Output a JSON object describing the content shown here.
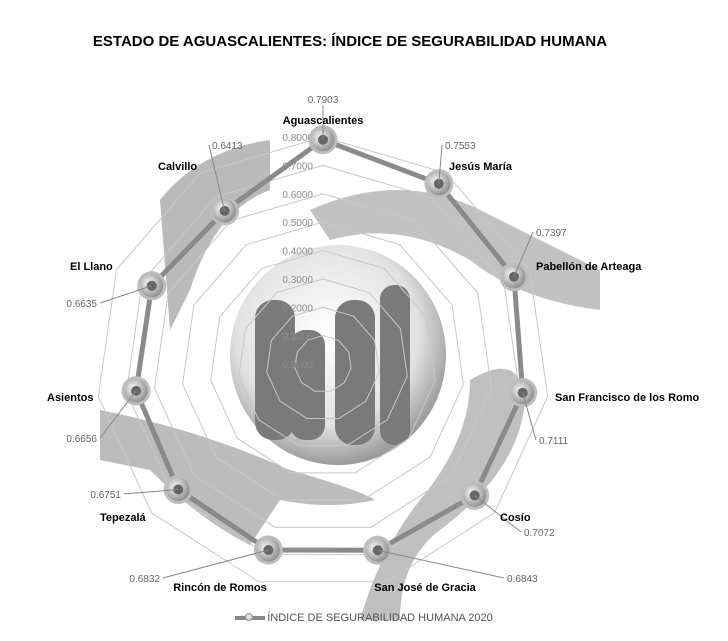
{
  "chart_data": {
    "type": "radar",
    "title": "ESTADO DE AGUASCALIENTES: ÍNDICE DE SEGURABILIDAD HUMANA",
    "categories": [
      "Aguascalientes",
      "Jesús María",
      "Pabellón de Arteaga",
      "San Francisco de los Romo",
      "Cosío",
      "San José de Gracia",
      "Rincón de Romos",
      "Tepezalá",
      "Asientos",
      "El Llano",
      "Calvillo"
    ],
    "series": [
      {
        "name": "ÍNDICE DE SEGURABILIDAD HUMANA 2020",
        "values": [
          0.7903,
          0.7553,
          0.7397,
          0.7111,
          0.7072,
          0.6843,
          0.6832,
          0.6751,
          0.6656,
          0.6635,
          0.6413
        ],
        "labels": [
          "0.7903",
          "0.7553",
          "0.7397",
          "0.7111",
          "0.7072",
          "0.6843",
          "0.6832",
          "0.6751",
          "0.6656",
          "0.6635",
          "0.6413"
        ]
      }
    ],
    "ticks": [
      "0.0000",
      "0.1000",
      "0.2000",
      "0.3000",
      "0.4000",
      "0.5000",
      "0.6000",
      "0.7000",
      "0.8000"
    ],
    "rlim": [
      0,
      0.8
    ],
    "grid": true,
    "legend": "bottom",
    "colors": {
      "line": "#8a8a8a",
      "grid": "#c8c8c8",
      "marker_ring": "#bdbdbd"
    }
  }
}
